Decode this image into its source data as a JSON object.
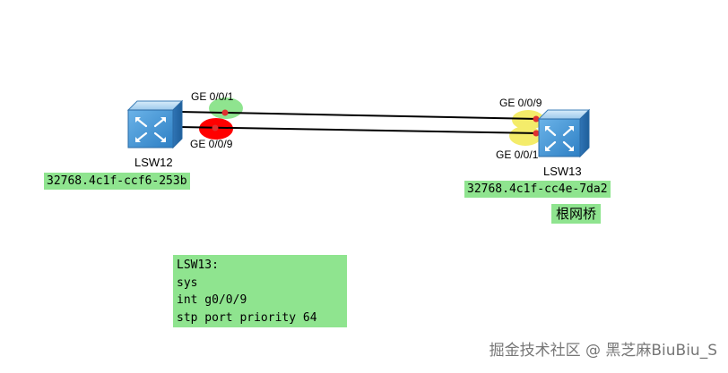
{
  "devices": {
    "lsw12": {
      "name": "LSW12",
      "bridge_id": "32768.4c1f-ccf6-253b",
      "port_top": "GE 0/0/1",
      "port_bottom": "GE 0/0/9"
    },
    "lsw13": {
      "name": "LSW13",
      "bridge_id": "32768.4c1f-cc4e-7da2",
      "port_top": "GE 0/0/9",
      "port_bottom": "GE 0/0/1",
      "role_label": "根网桥"
    }
  },
  "note": {
    "lines": [
      "LSW13:",
      "sys",
      "int g0/0/9",
      "stp port priority 64"
    ]
  },
  "watermark": "掘金技术社区 @ 黑芝麻BiuBiu_S",
  "colors": {
    "label_bg": "#8fe48f",
    "port_forwarding": "#8fe48f",
    "port_blocked": "#ff0000",
    "port_designated": "#f4ec6a",
    "link": "#000000",
    "port_dot": "#e03030",
    "switch_body": "#3a8fd0"
  },
  "icons": {
    "switch": "switch-icon"
  }
}
